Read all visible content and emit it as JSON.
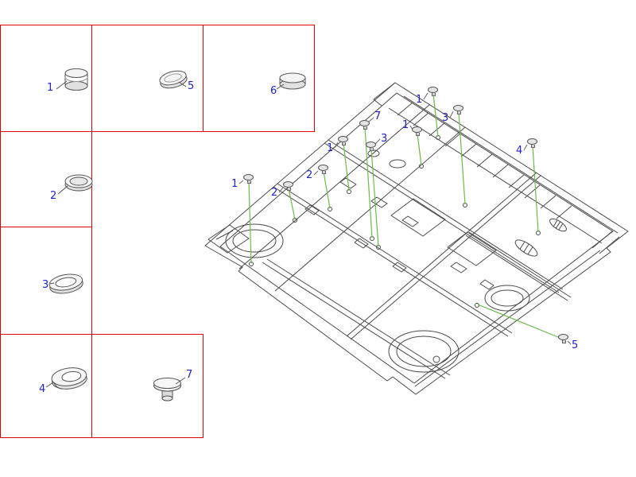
{
  "colors": {
    "grid_red": "#e60000",
    "label_blue": "#2222cc",
    "leader_green": "#6dbb4a",
    "drawing_gray": "#4a4a4a"
  },
  "cells": [
    {
      "part_label": "1",
      "icon": "cap-plug-icon"
    },
    {
      "part_label": "5",
      "icon": "oval-plug-icon"
    },
    {
      "part_label": "6",
      "icon": "round-cap-icon"
    },
    {
      "part_label": "2",
      "icon": "round-plug-icon"
    },
    {
      "part_label": "3",
      "icon": "oval-grommet-icon"
    },
    {
      "part_label": "4",
      "icon": "ring-grommet-icon"
    },
    {
      "part_label": "7",
      "icon": "mushroom-plug-icon"
    }
  ],
  "callouts": [
    {
      "label": "1"
    },
    {
      "label": "2"
    },
    {
      "label": "2"
    },
    {
      "label": "1"
    },
    {
      "label": "7"
    },
    {
      "label": "3"
    },
    {
      "label": "1"
    },
    {
      "label": "1"
    },
    {
      "label": "3"
    },
    {
      "label": "4"
    },
    {
      "label": "5"
    }
  ]
}
